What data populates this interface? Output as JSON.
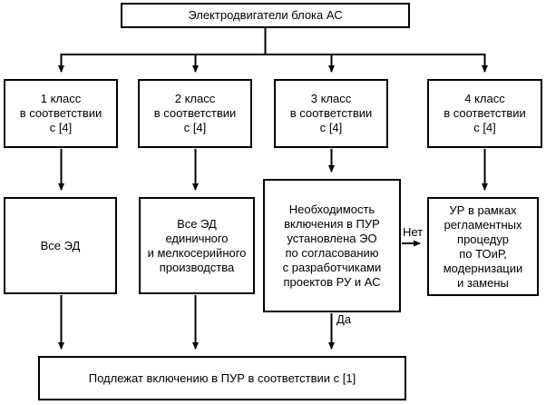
{
  "diagram": {
    "nodes": {
      "title": "Электродвигатели блока АС",
      "class1": "1 класс\nв соответствии\nс [4]",
      "class2": "2 класс\nв соответствии\nс [4]",
      "class3": "3 класс\nв соответствии\nс [4]",
      "class4": "4 класс\nв соответствии\nс [4]",
      "all_ed": "Все ЭД",
      "all_ed_single": "Все ЭД\nединичного\nи мелкосерийного\nпроизводства",
      "pur_need": "Необходимость\nвключения в ПУР\nустановлена ЭО\nпо согласованию\nс разработчиками\nпроектов РУ и АС",
      "ur_framework": "УР в рамках\nрегламентных\nпроцедур\nпо ТОиР,\nмодернизации\nи замены",
      "bottom": "Подлежат включению в ПУР в соответствии с [1]"
    },
    "edge_labels": {
      "yes": "Да",
      "no": "Нет"
    },
    "colors": {
      "line": "#000000",
      "background": "#ffffff",
      "box_fill": "#ffffff"
    }
  }
}
